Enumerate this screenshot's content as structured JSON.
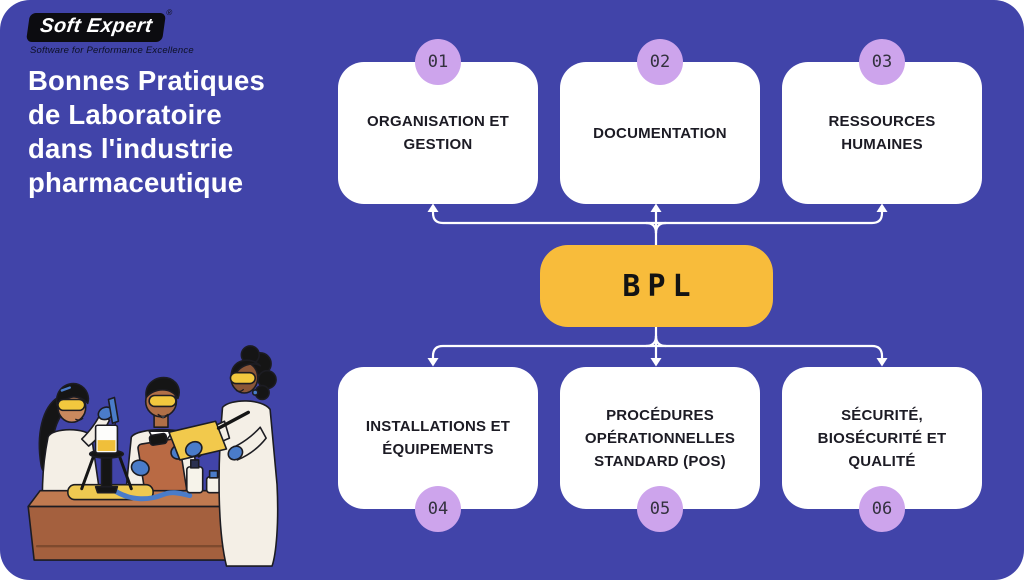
{
  "palette": {
    "page-bg": "#ffffff",
    "canvas-bg": "#4144a9",
    "card-bg": "#ffffff",
    "card-text": "#1c1b24",
    "badge-bg": "#cda4ec",
    "badge-text": "#33313e",
    "bpl-bg": "#f8bc3b",
    "bpl-text": "#131313",
    "arrow": "#ffffff",
    "title-text": "#ffffff",
    "logo-bg": "#0c0c10",
    "logo-text": "#ffffff",
    "tagline-text": "#0d1024"
  },
  "logo": {
    "brand": "Soft Expert",
    "registered": "®",
    "tagline": "Software for Performance Excellence"
  },
  "title": {
    "lines": [
      "Bonnes Pratiques",
      "de Laboratoire",
      "dans l'industrie",
      "pharmaceutique"
    ]
  },
  "center_node": {
    "label": "BPL"
  },
  "cards": [
    {
      "number": "01",
      "title": "ORGANISATION ET GESTION"
    },
    {
      "number": "02",
      "title": "DOCUMENTATION"
    },
    {
      "number": "03",
      "title": "RESSOURCES HUMAINES"
    },
    {
      "number": "04",
      "title": "INSTALLATIONS ET ÉQUIPEMENTS"
    },
    {
      "number": "05",
      "title": "PROCÉDURES OPÉRATIONNELLES STANDARD (POS)"
    },
    {
      "number": "06",
      "title": "SÉCURITÉ, BIOSÉCURITÉ ET QUALITÉ"
    }
  ],
  "illustration": {
    "alt": "three-scientists-lab-illustration"
  }
}
